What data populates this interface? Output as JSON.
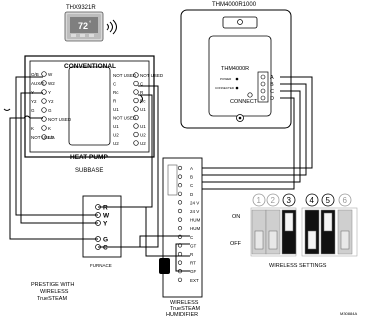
{
  "thermostat": {
    "model": "THX9321R",
    "display_temp": "72",
    "display_unit": "°"
  },
  "module": {
    "model_top": "THM4000R1000",
    "model_face": "THM4000R",
    "power_label": "POWER",
    "connected_label": "CONNECTED",
    "connect_button": "CONNECT",
    "terminals": [
      "A",
      "B",
      "C",
      "D"
    ]
  },
  "subbase": {
    "header": "CONVENTIONAL",
    "footer": "HEAT PUMP",
    "caption": "SUBBASE",
    "left_terminals": [
      {
        "label": "O/B",
        "code": "W"
      },
      {
        "label": "AUX/E",
        "code": "W2"
      },
      {
        "label": "Y",
        "code": "Y"
      },
      {
        "label": "Y2",
        "code": "Y2"
      },
      {
        "label": "G",
        "code": "G"
      },
      {
        "label": "",
        "code": "NOT USED"
      },
      {
        "label": "K",
        "code": "K"
      },
      {
        "label": "NOT USED",
        "code": "L/A"
      }
    ],
    "right_terminals": [
      {
        "code": "NOT USED",
        "label": "NOT USED"
      },
      {
        "code": "C",
        "label": "C"
      },
      {
        "code": "Rc",
        "label": "R"
      },
      {
        "code": "R",
        "label": "Rc"
      },
      {
        "code": "U1",
        "label": "U1"
      },
      {
        "code": "NOT USED",
        "label": ""
      },
      {
        "code": "U1",
        "label": "U1"
      },
      {
        "code": "U2",
        "label": "U2"
      },
      {
        "code": "U2",
        "label": "U2"
      }
    ]
  },
  "furnace": {
    "caption": "FURNACE",
    "terminals": [
      "R",
      "W",
      "Y",
      "G",
      "C"
    ]
  },
  "prestige_caption": {
    "line1": "PRESTIGE WITH",
    "line2": "WIRELESS",
    "line3": "TrueSTEAM"
  },
  "humidifier": {
    "terminals": [
      "A",
      "B",
      "C",
      "D",
      "24 V",
      "24 V",
      "HUM",
      "HUM",
      "C",
      "GT",
      "R",
      "RT",
      "GF",
      "EXT"
    ],
    "caption_line1": "WIRELESS",
    "caption_line2": "TrueSTEAM",
    "caption_line3": "HUMIDIFIER"
  },
  "wireless_settings": {
    "switch_numbers": [
      "1",
      "2",
      "3",
      "4",
      "5",
      "6"
    ],
    "on_label": "ON",
    "off_label": "OFF",
    "caption": "WIRELESS SETTINGS"
  },
  "figure_code": "M30884A"
}
